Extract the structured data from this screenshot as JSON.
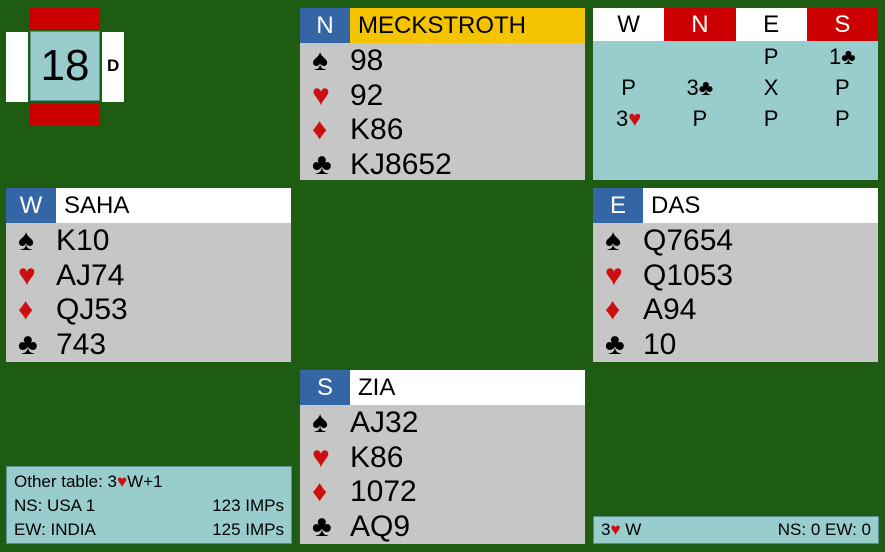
{
  "board": {
    "number": "18",
    "dealer_label": "D",
    "colors": {
      "vulnerable": "#cc0000",
      "not_vulnerable": "#ffffff"
    }
  },
  "hands": {
    "north": {
      "seat": "N",
      "name": "MECKSTROTH",
      "highlighted": true,
      "spades": "98",
      "hearts": "92",
      "diamonds": "K86",
      "clubs": "KJ8652"
    },
    "west": {
      "seat": "W",
      "name": "SAHA",
      "spades": "K10",
      "hearts": "AJ74",
      "diamonds": "QJ53",
      "clubs": "743"
    },
    "east": {
      "seat": "E",
      "name": "DAS",
      "spades": "Q7654",
      "hearts": "Q1053",
      "diamonds": "A94",
      "clubs": "10"
    },
    "south": {
      "seat": "S",
      "name": "ZIA",
      "spades": "AJ32",
      "hearts": "K86",
      "diamonds": "1072",
      "clubs": "AQ9"
    }
  },
  "suit_symbols": {
    "spades": "♠",
    "hearts": "♥",
    "diamonds": "♦",
    "clubs": "♣"
  },
  "bidding": {
    "headers": [
      "W",
      "N",
      "E",
      "S"
    ],
    "rows": [
      [
        "",
        "",
        "P",
        "1♣"
      ],
      [
        "P",
        "3♣",
        "X",
        "P"
      ],
      [
        "3♥",
        "P",
        "P",
        "P"
      ]
    ]
  },
  "other_table": {
    "label": "Other table: 3",
    "suit": "♥",
    "result": "W+1",
    "ns_team": "NS: USA 1",
    "ns_imps": "123 IMPs",
    "ew_team": "EW: INDIA",
    "ew_imps": "125 IMPs"
  },
  "contract": {
    "level": "3",
    "suit": "♥",
    "declarer": " W",
    "score": "NS: 0 EW: 0"
  }
}
